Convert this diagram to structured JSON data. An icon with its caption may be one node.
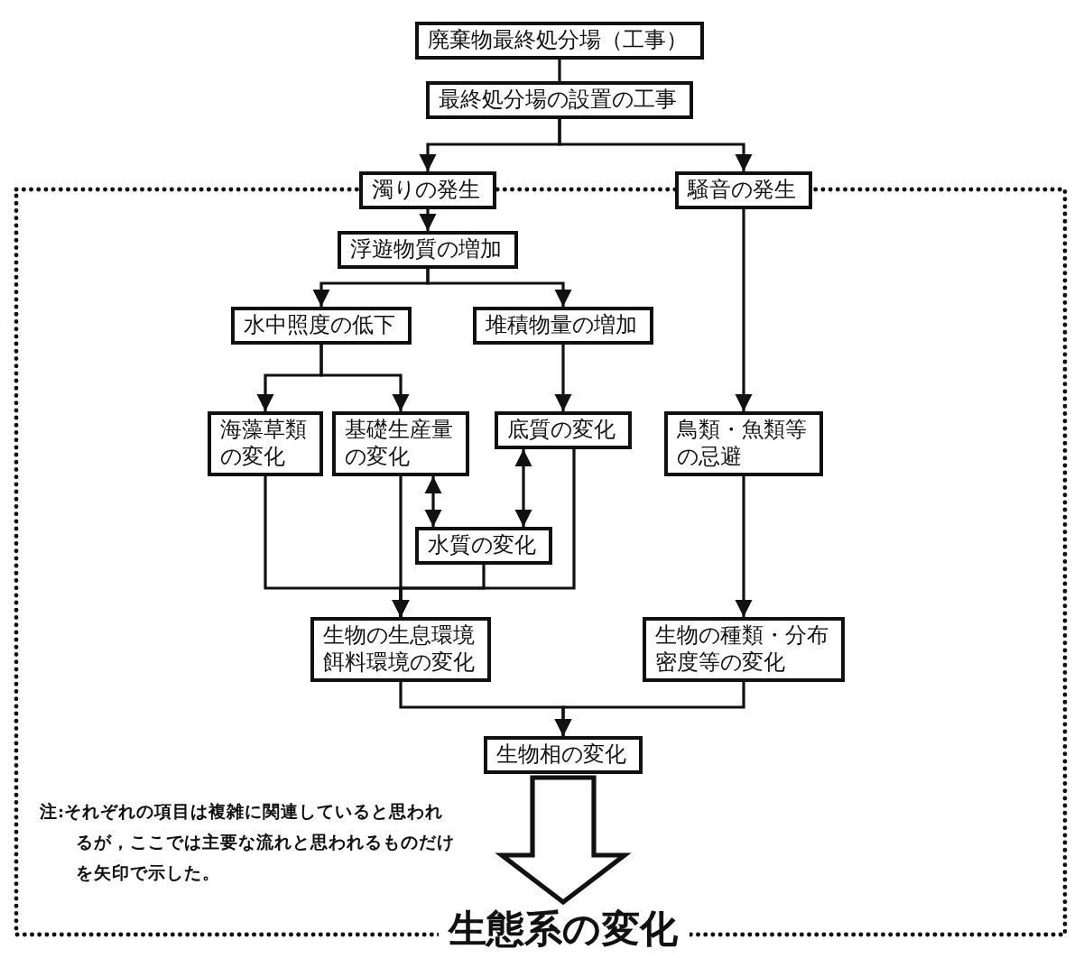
{
  "diagram": {
    "nodes": [
      {
        "text": [
          "廃棄物最終処分場（工事）"
        ]
      },
      {
        "text": [
          "最終処分場の設置の工事"
        ]
      },
      {
        "text": [
          "濁りの発生"
        ]
      },
      {
        "text": [
          "騒音の発生"
        ]
      },
      {
        "text": [
          "浮遊物質の増加"
        ]
      },
      {
        "text": [
          "水中照度の低下"
        ]
      },
      {
        "text": [
          "堆積物量の増加"
        ]
      },
      {
        "text": [
          "海藻草類の変化"
        ]
      },
      {
        "text": [
          "基礎生産量の変化"
        ]
      },
      {
        "text": [
          "底質の変化"
        ]
      },
      {
        "text": [
          "鳥類・魚類等の忌避"
        ]
      },
      {
        "text": [
          "水質の変化"
        ]
      },
      {
        "text": [
          "生物の生息環境餌料環境の変化"
        ]
      },
      {
        "text": [
          "生物の種類・分布密度等の変化"
        ]
      },
      {
        "text": [
          "生物相の変化"
        ]
      },
      {
        "text": [
          "生態系の変化"
        ]
      }
    ],
    "edges": [
      {
        "from": 0,
        "to": 1,
        "arrow": "none"
      },
      {
        "from": 1,
        "to": 2,
        "arrow": "to"
      },
      {
        "from": 1,
        "to": 3,
        "arrow": "to"
      },
      {
        "from": 2,
        "to": 4,
        "arrow": "to"
      },
      {
        "from": 4,
        "to": 5,
        "arrow": "to"
      },
      {
        "from": 4,
        "to": 6,
        "arrow": "to"
      },
      {
        "from": 5,
        "to": 7,
        "arrow": "to"
      },
      {
        "from": 5,
        "to": 8,
        "arrow": "to"
      },
      {
        "from": 6,
        "to": 9,
        "arrow": "to"
      },
      {
        "from": 3,
        "to": 10,
        "arrow": "to"
      },
      {
        "from": 8,
        "to": 11,
        "arrow": "both"
      },
      {
        "from": 9,
        "to": 11,
        "arrow": "both"
      },
      {
        "from": 7,
        "to": 12,
        "arrow": "to"
      },
      {
        "from": 8,
        "to": 12,
        "arrow": "to"
      },
      {
        "from": 11,
        "to": 12,
        "arrow": "to"
      },
      {
        "from": 9,
        "to": 12,
        "arrow": "to"
      },
      {
        "from": 10,
        "to": 13,
        "arrow": "to"
      },
      {
        "from": 12,
        "to": 14,
        "arrow": "to"
      },
      {
        "from": 13,
        "to": 14,
        "arrow": "to"
      },
      {
        "from": 14,
        "to": 15,
        "arrow": "to",
        "style": "thick"
      }
    ],
    "labels": [
      "注:それぞれの項目は複雑に関連していると思われるが，ここでは主要な流れと思われるものだけを矢印で示した。"
    ]
  }
}
